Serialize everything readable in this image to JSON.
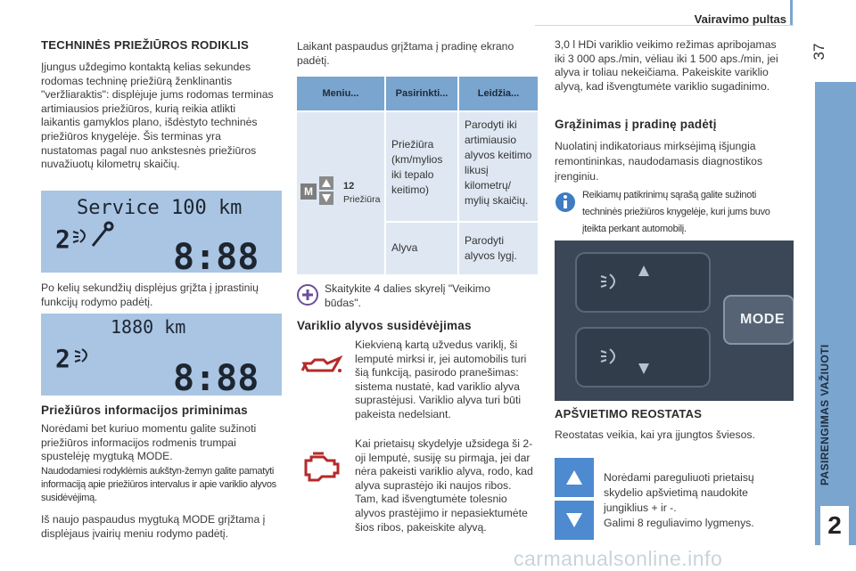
{
  "header": {
    "section_title": "Vairavimo pultas",
    "page_number": "37"
  },
  "side_tab": {
    "label": "PASIRENGIMAS VAŽIUOTI",
    "chapter": "2"
  },
  "col1": {
    "heading1": "TECHNINĖS PRIEŽIŪROS RODIKLIS",
    "para1": "Įjungus uždegimo kontaktą kelias sekundes rodomas techninę priežiūrą ženklinantis \"veržliaraktis\": displėjuje jums rodomas terminas artimiausios priežiūros, kurią reikia atlikti laikantis gamyklos plano, išdėstyto techninės priežiūros knygelėje. Šis terminas yra nustatomas pagal nuo ankstesnės priežiūros nuvažiuotų kilometrų skaičių.",
    "display1": {
      "line1": "Service 100 km",
      "digit": "2",
      "clock": "8:88"
    },
    "para2": "Po kelių sekundžių displėjus grįžta į įprastinių funkcijų rodymo padėtį.",
    "display2": {
      "line1": "1880 km",
      "digit": "2",
      "clock": "8:88"
    },
    "heading2": "Priežiūros informacijos priminimas",
    "para3": "Norėdami bet kuriuo momentu galite sužinoti priežiūros informacijos rodmenis trumpai spustelėję mygtuką MODE.",
    "para4": "Naudodamiesi rodyklėmis aukštyn-žemyn galite pamatyti informaciją apie priežiūros intervalus ir apie variklio alyvos susidėvėjimą.",
    "para5": "Iš naujo paspaudus mygtuką MODE grįžtama į displėjaus įvairių meniu rodymo padėtį."
  },
  "col2": {
    "intro": "Laikant paspaudus grįžtama į pradinę ekrano padėtį.",
    "table": {
      "headers": [
        "Meniu...",
        "Pasirinkti...",
        "Leidžia..."
      ],
      "menu_number": "12",
      "menu_label": "Priežiūra",
      "m_key": "M",
      "rows": [
        {
          "select": "Priežiūra (km/mylios iki tepalo keitimo)",
          "allows": "Parodyti iki artimiausio alyvos keitimo likusį kilometrų/ mylių skaičių."
        },
        {
          "select": "Alyva",
          "allows": "Parodyti alyvos lygį."
        }
      ]
    },
    "ref_note": "Skaitykite 4 dalies skyrelį \"Veikimo būdas\".",
    "heading_oil": "Variklio alyvos susidėvėjimas",
    "oil_para": "Kiekvieną kartą užvedus variklį, ši lemputė mirksi ir, jei automobilis turi šią funkciją, pasirodo pranešimas: sistema nustatė, kad variklio alyva suprastėjusi. Variklio alyva turi būti pakeista nedelsiant.",
    "engine_para": "Kai prietaisų skydelyje užsidega ši 2-oji lemputė, susiję su pirmąja, jei dar nėra pakeisti variklio alyva, rodo, kad alyva suprastėjo iki naujos ribos. Tam, kad išvengtumėte tolesnio alyvos prastėjimo ir nepasiektumėte šios ribos, pakeiskite alyvą."
  },
  "col3": {
    "para1": "3,0 l HDi variklio veikimo režimas apribojamas iki 3 000 aps./min, vėliau iki 1 500 aps./min, jei alyva ir toliau nekeičiama. Pakeiskite variklio alyvą, kad išvengtumėte variklio sugadinimo.",
    "heading_reset": "Grąžinimas į pradinę padėtį",
    "reset_para": "Nuolatinį indikatoriaus mirksėjimą išjungia remontininkas, naudodamasis diagnostikos įrenginiu.",
    "info_note": "Reikiamų patikrinimų sąrašą galite sužinoti techninės priežiūros knygelėje, kuri jums buvo įteikta perkant automobilį.",
    "photo_button": "MODE",
    "heading_rheo": "APŠVIETIMO REOSTATAS",
    "rheo_para": "Reostatas veikia, kai yra įjungtos šviesos.",
    "rheo_note1": "Norėdami pareguliuoti prietaisų skydelio apšvietimą naudokite jungiklius + ir -.",
    "rheo_note2": "Galimi 8 reguliavimo lygmenys."
  },
  "watermark": "carmanualsonline.info",
  "colors": {
    "accent_blue": "#7aa5cf",
    "lcd_bg": "#a9c5e3",
    "button_blue": "#4d8ad0",
    "table_cell": "#dfe8f2"
  }
}
